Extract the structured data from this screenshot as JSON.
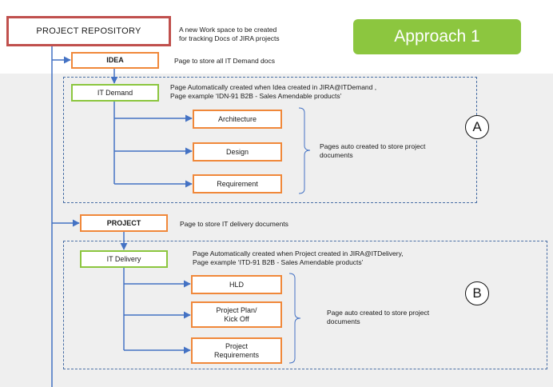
{
  "approach_label": "Approach 1",
  "repository": {
    "label": "PROJECT REPOSITORY",
    "note_line1": "A new Work space to be created",
    "note_line2": "for tracking Docs of JIRA projects"
  },
  "idea": {
    "label": "IDEA",
    "note": "Page to store all IT Demand docs"
  },
  "it_demand": {
    "label": "IT Demand",
    "note_line1": "Page Automatically created when Idea created in JIRA@ITDemand ,",
    "note_line2": "Page example ‘IDN-91 B2B - Sales Amendable products’",
    "children": [
      "Architecture",
      "Design",
      "Requirement"
    ],
    "bracket_note_line1": "Pages auto created to store project",
    "bracket_note_line2": "documents",
    "marker": "A"
  },
  "project": {
    "label": "PROJECT",
    "note": "Page to store IT delivery documents"
  },
  "it_delivery": {
    "label": "IT Delivery",
    "note_line1": "Page Automatically created when Project created in JIRA@ITDelivery,",
    "note_line2": "Page example ‘ITD-91 B2B - Sales Amendable products’",
    "children": [
      {
        "line1": "HLD",
        "line2": ""
      },
      {
        "line1": "Project Plan/",
        "line2": "Kick Off"
      },
      {
        "line1": "Project",
        "line2": "Requirements"
      }
    ],
    "bracket_note_line1": "Page auto created to store project",
    "bracket_note_line2": "documents",
    "marker": "B"
  },
  "colors": {
    "orange_border": "#f0883a",
    "green_border": "#8cc63f",
    "red_border": "#c0504d",
    "connector": "#4472c4",
    "approach_fill": "#8cc63f"
  }
}
